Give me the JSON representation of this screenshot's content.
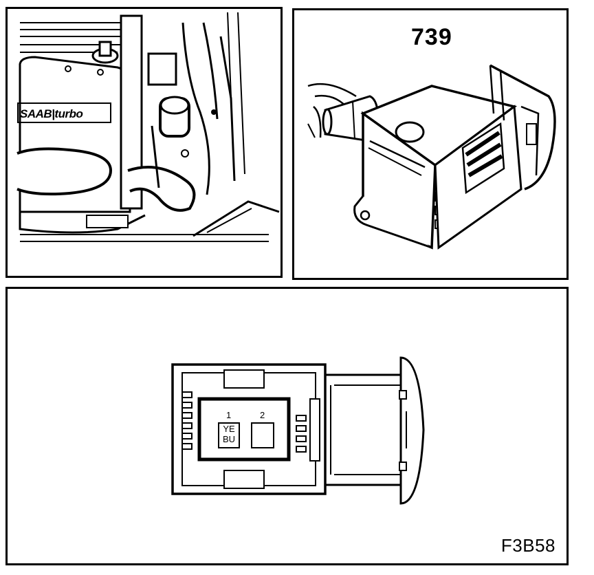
{
  "engine_view": {
    "badge_text": "SAAB|turbo"
  },
  "connector_view": {
    "component_number": "739"
  },
  "pinout": {
    "pins": [
      {
        "number": "1",
        "wire_colors": [
          "YE",
          "BU"
        ]
      },
      {
        "number": "2",
        "wire_colors": []
      }
    ]
  },
  "figure_code": "F3B58"
}
